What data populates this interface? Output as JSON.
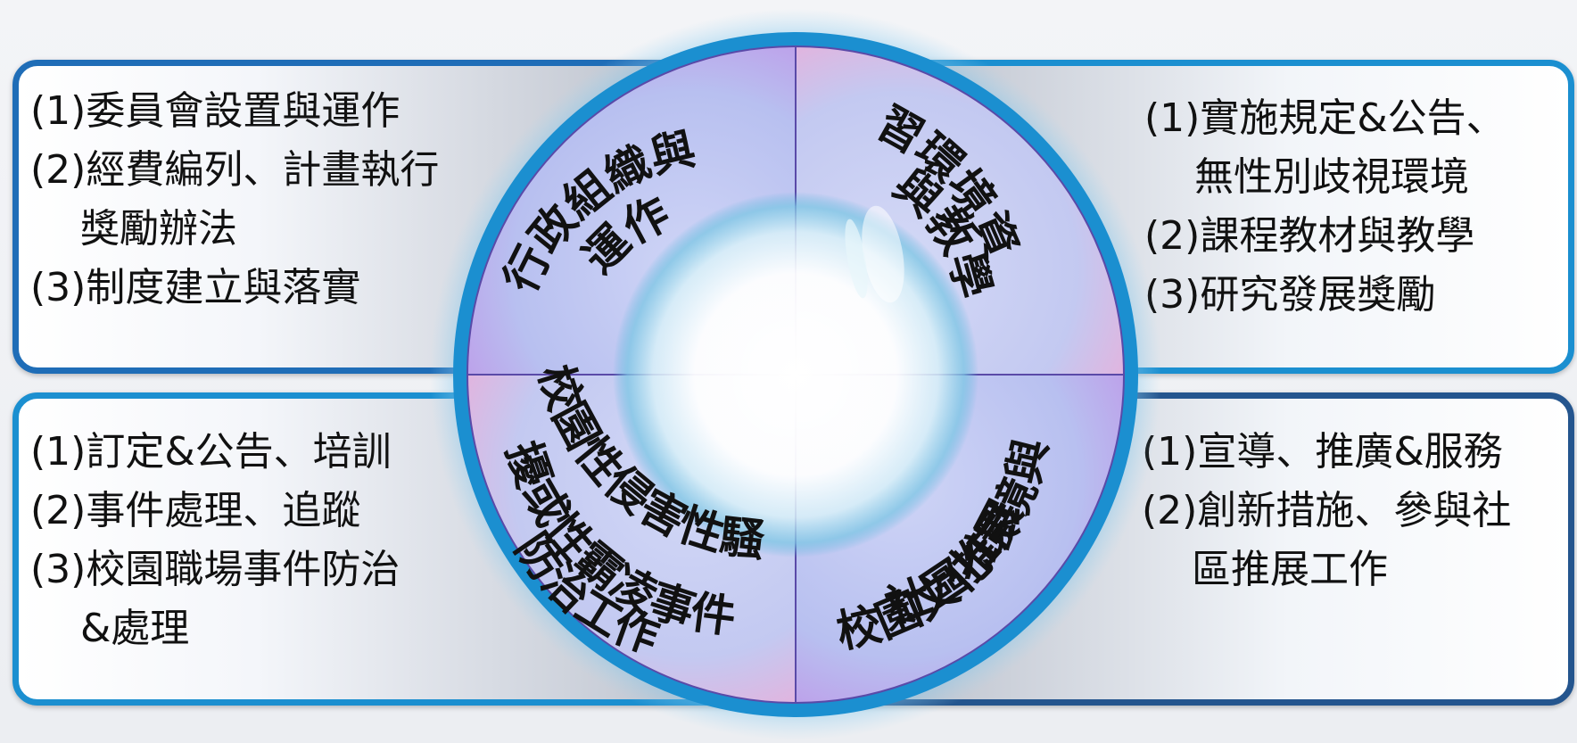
{
  "quadrants": {
    "top_left": {
      "title_lines": [
        "行政組織與",
        "運作"
      ],
      "items": [
        "(1)委員會設置與運作",
        "(2)經費編列、計畫執行",
        "獎勵辦法",
        "(3)制度建立與落實"
      ]
    },
    "top_right": {
      "title_lines": [
        "學習環境資源",
        "與教學"
      ],
      "items": [
        "(1)實施規定&公告、",
        "無性別歧視環境",
        "(2)課程教材與教學",
        "(3)研究發展獎勵"
      ]
    },
    "bottom_left": {
      "title_lines": [
        "校園性侵害性騷",
        "擾或性霸凌事件",
        "防治工作"
      ],
      "items": [
        "(1)訂定&公告、培訓",
        "(2)事件處理、追蹤",
        "(3)校園職場事件防治",
        "&處理"
      ]
    },
    "bottom_right": {
      "title_lines": [
        "校園文化環境與",
        "社區推展"
      ],
      "items": [
        "(1)宣導、推廣&服務",
        "(2)創新措施、參與社",
        "區推展工作"
      ]
    }
  },
  "colors": {
    "panel_border": "#1b8fd0",
    "ring_outer": "#1b8fd0",
    "segment_fill": "#c6cdf2",
    "segment_edge_pink": "#f4a8d4",
    "segment_edge_purple": "#b98ce8",
    "center_orb": "#ffffff"
  }
}
